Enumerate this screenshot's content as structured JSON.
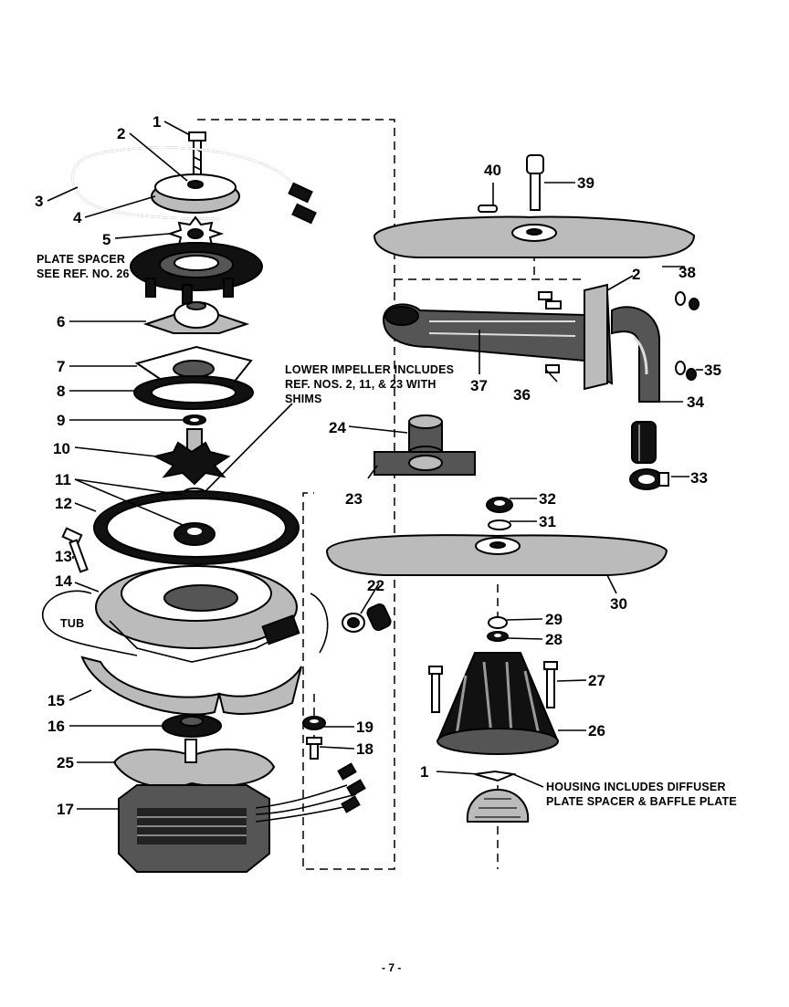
{
  "callouts": {
    "c1a": "1",
    "c2a": "2",
    "c3": "3",
    "c4": "4",
    "c5": "5",
    "c6": "6",
    "c7": "7",
    "c8": "8",
    "c9": "9",
    "c10": "10",
    "c11": "11",
    "c12": "12",
    "c13": "13",
    "c14": "14",
    "c15": "15",
    "c16": "16",
    "c17": "17",
    "c18": "18",
    "c19": "19",
    "c22": "22",
    "c23": "23",
    "c24": "24",
    "c25": "25",
    "c26": "26",
    "c27": "27",
    "c28": "28",
    "c29": "29",
    "c30": "30",
    "c31": "31",
    "c32": "32",
    "c33": "33",
    "c34": "34",
    "c35": "35",
    "c36": "36",
    "c37": "37",
    "c38": "38",
    "c39": "39",
    "c40": "40",
    "c2b": "2",
    "c1b": "1"
  },
  "notes": {
    "plate_spacer_1": "PLATE SPACER",
    "plate_spacer_2": "SEE REF. NO. 26",
    "lower_impeller_1": "LOWER IMPELLER INCLUDES",
    "lower_impeller_2": "REF. NOS. 2, 11, & 23 WITH",
    "lower_impeller_3": "SHIMS",
    "tub": "TUB",
    "housing_1": "HOUSING INCLUDES DIFFUSER",
    "housing_2": "PLATE SPACER & BAFFLE PLATE"
  },
  "page_number": "- 7 -"
}
